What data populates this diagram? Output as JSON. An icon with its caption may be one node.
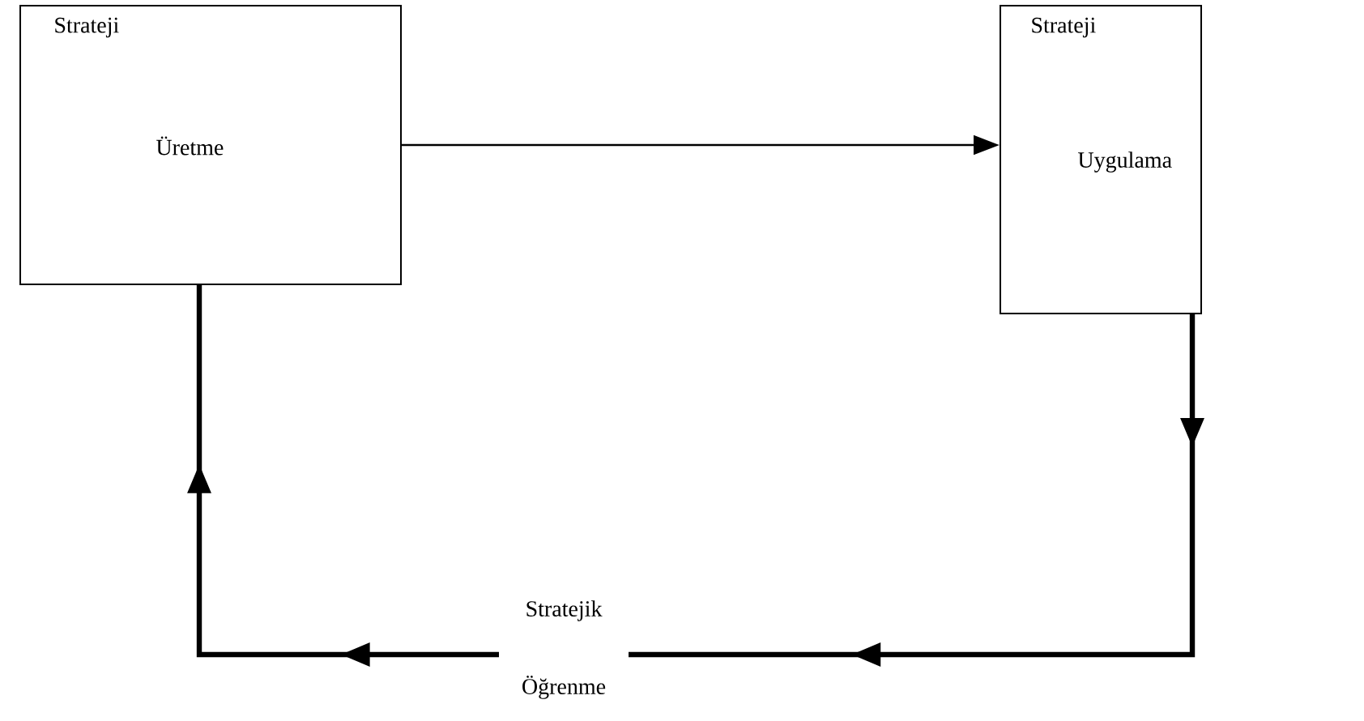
{
  "diagram": {
    "nodes": [
      {
        "text": [
          "Strateji",
          "Üretme"
        ]
      },
      {
        "text": [
          "Strateji",
          "Uygulama"
        ]
      }
    ],
    "edges": [
      {
        "from": 0,
        "to": 1,
        "arrow": "to"
      },
      {
        "from": 1,
        "to": 0,
        "arrow": "to",
        "style": "thick",
        "label": "Stratejik Öğrenme"
      }
    ]
  }
}
